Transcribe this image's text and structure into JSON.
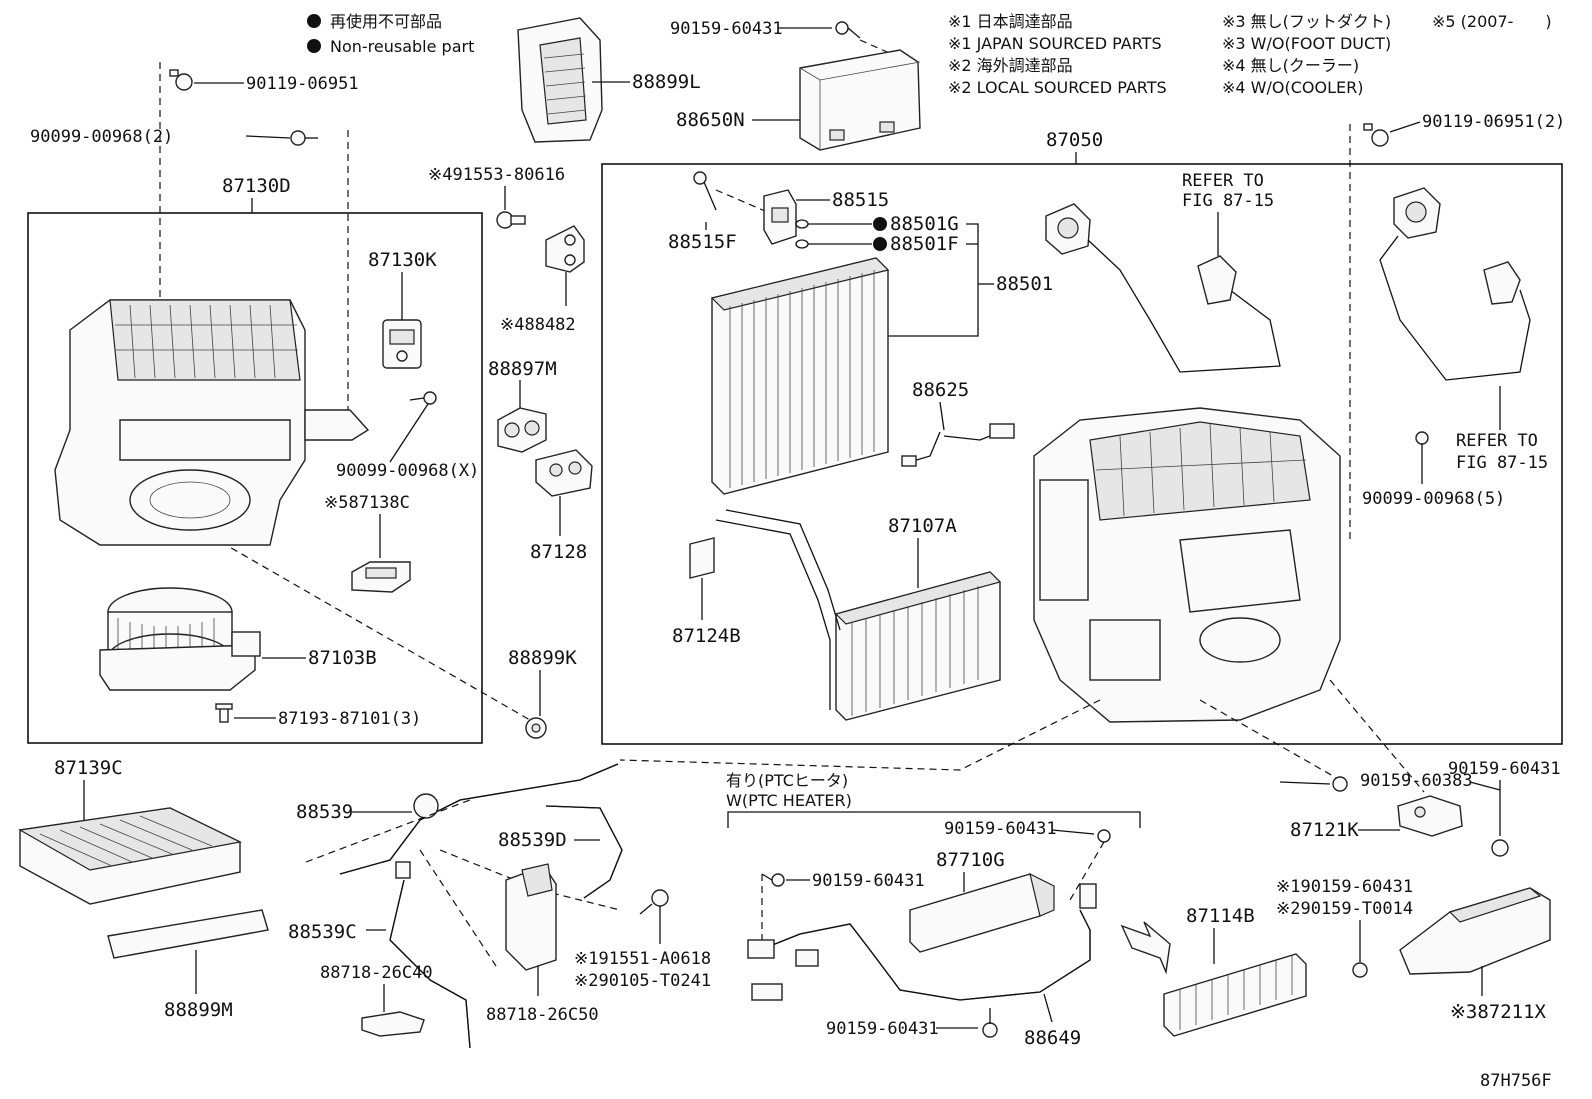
{
  "legend": {
    "non_reusable_jp": "再使用不可部品",
    "non_reusable_en": "Non-reusable part",
    "notes": [
      "※1 日本調達部品",
      "※1 JAPAN SOURCED PARTS",
      "※2 海外調達部品",
      "※2 LOCAL SOURCED PARTS",
      "※3 無し(フットダクト)",
      "※3 W/O(FOOT DUCT)",
      "※4 無し(クーラー)",
      "※4 W/O(COOLER)",
      "※5 (2007-　　)"
    ]
  },
  "figure_code": "87H756F",
  "refer_to": "REFER TO",
  "refer_fig": "FIG 87-15",
  "ptc": {
    "jp": "有り(PTCヒータ)",
    "en": "W(PTC HEATER)"
  },
  "parts": {
    "p90119_06951_a": "90119-06951",
    "p90099_00968_2": "90099-00968(2)",
    "p87130D": "87130D",
    "p87130K": "87130K",
    "p90099_00968_x": "90099-00968(X)",
    "p87138C": "※587138C",
    "p87103B": "87103B",
    "p87193": "87193-87101(3)",
    "p88899L": "88899L",
    "p91553": "※491553-80616",
    "p88482": "※488482",
    "p88897M": "88897M",
    "p87128": "87128",
    "p88899K": "88899K",
    "p90159_60431_top": "90159-60431",
    "p88650N": "88650N",
    "p87050": "87050",
    "p88515": "88515",
    "p88515F": "88515F",
    "p88501G": "88501G",
    "p88501F": "88501F",
    "p88501": "88501",
    "p88625": "88625",
    "p87107A": "87107A",
    "p87124B": "87124B",
    "p90119_06951_2": "90119-06951(2)",
    "p90099_00968_5": "90099-00968(5)",
    "p87139C": "87139C",
    "p88899M": "88899M",
    "p88539": "88539",
    "p88539D": "88539D",
    "p88539C": "88539C",
    "p88718_26C40": "88718-26C40",
    "p88718_26C50": "88718-26C50",
    "p91551": "※191551-A0618",
    "p90105": "※290105-T0241",
    "p90159_60383": "90159-60383",
    "p90159_60431_r": "90159-60431",
    "p87121K": "87121K",
    "p90159_60431_ptc1": "90159-60431",
    "p87710G": "87710G",
    "p90159_60431_ptc2": "90159-60431",
    "p90159_60431_ptc3": "90159-60431",
    "p88649": "88649",
    "p87114B": "87114B",
    "p90159_60431_s1": "※190159-60431",
    "p90159_T0014": "※290159-T0014",
    "p87211X": "※387211X"
  }
}
